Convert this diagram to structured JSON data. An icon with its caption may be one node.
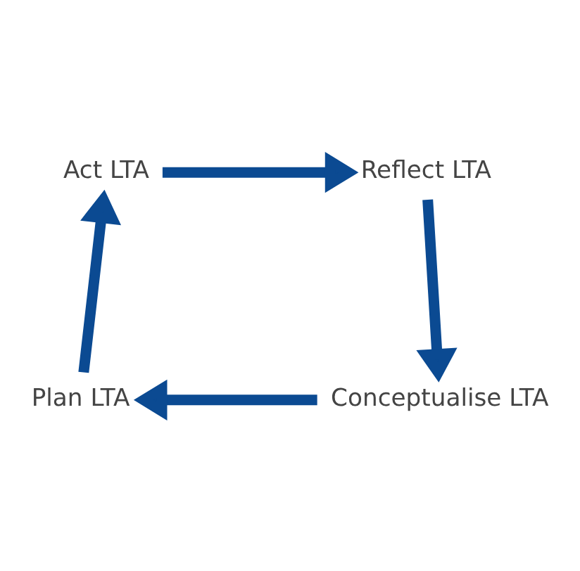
{
  "diagram": {
    "nodes": [
      {
        "text": [
          "Act LTA"
        ]
      },
      {
        "text": [
          "Reflect LTA"
        ]
      },
      {
        "text": [
          "Conceptualise LTA"
        ]
      },
      {
        "text": [
          "Plan LTA"
        ]
      }
    ],
    "edges": [
      {
        "from": 0,
        "to": 1,
        "arrow": "to"
      },
      {
        "from": 1,
        "to": 2,
        "arrow": "to"
      },
      {
        "from": 2,
        "to": 3,
        "arrow": "to"
      },
      {
        "from": 3,
        "to": 0,
        "arrow": "to"
      }
    ]
  }
}
